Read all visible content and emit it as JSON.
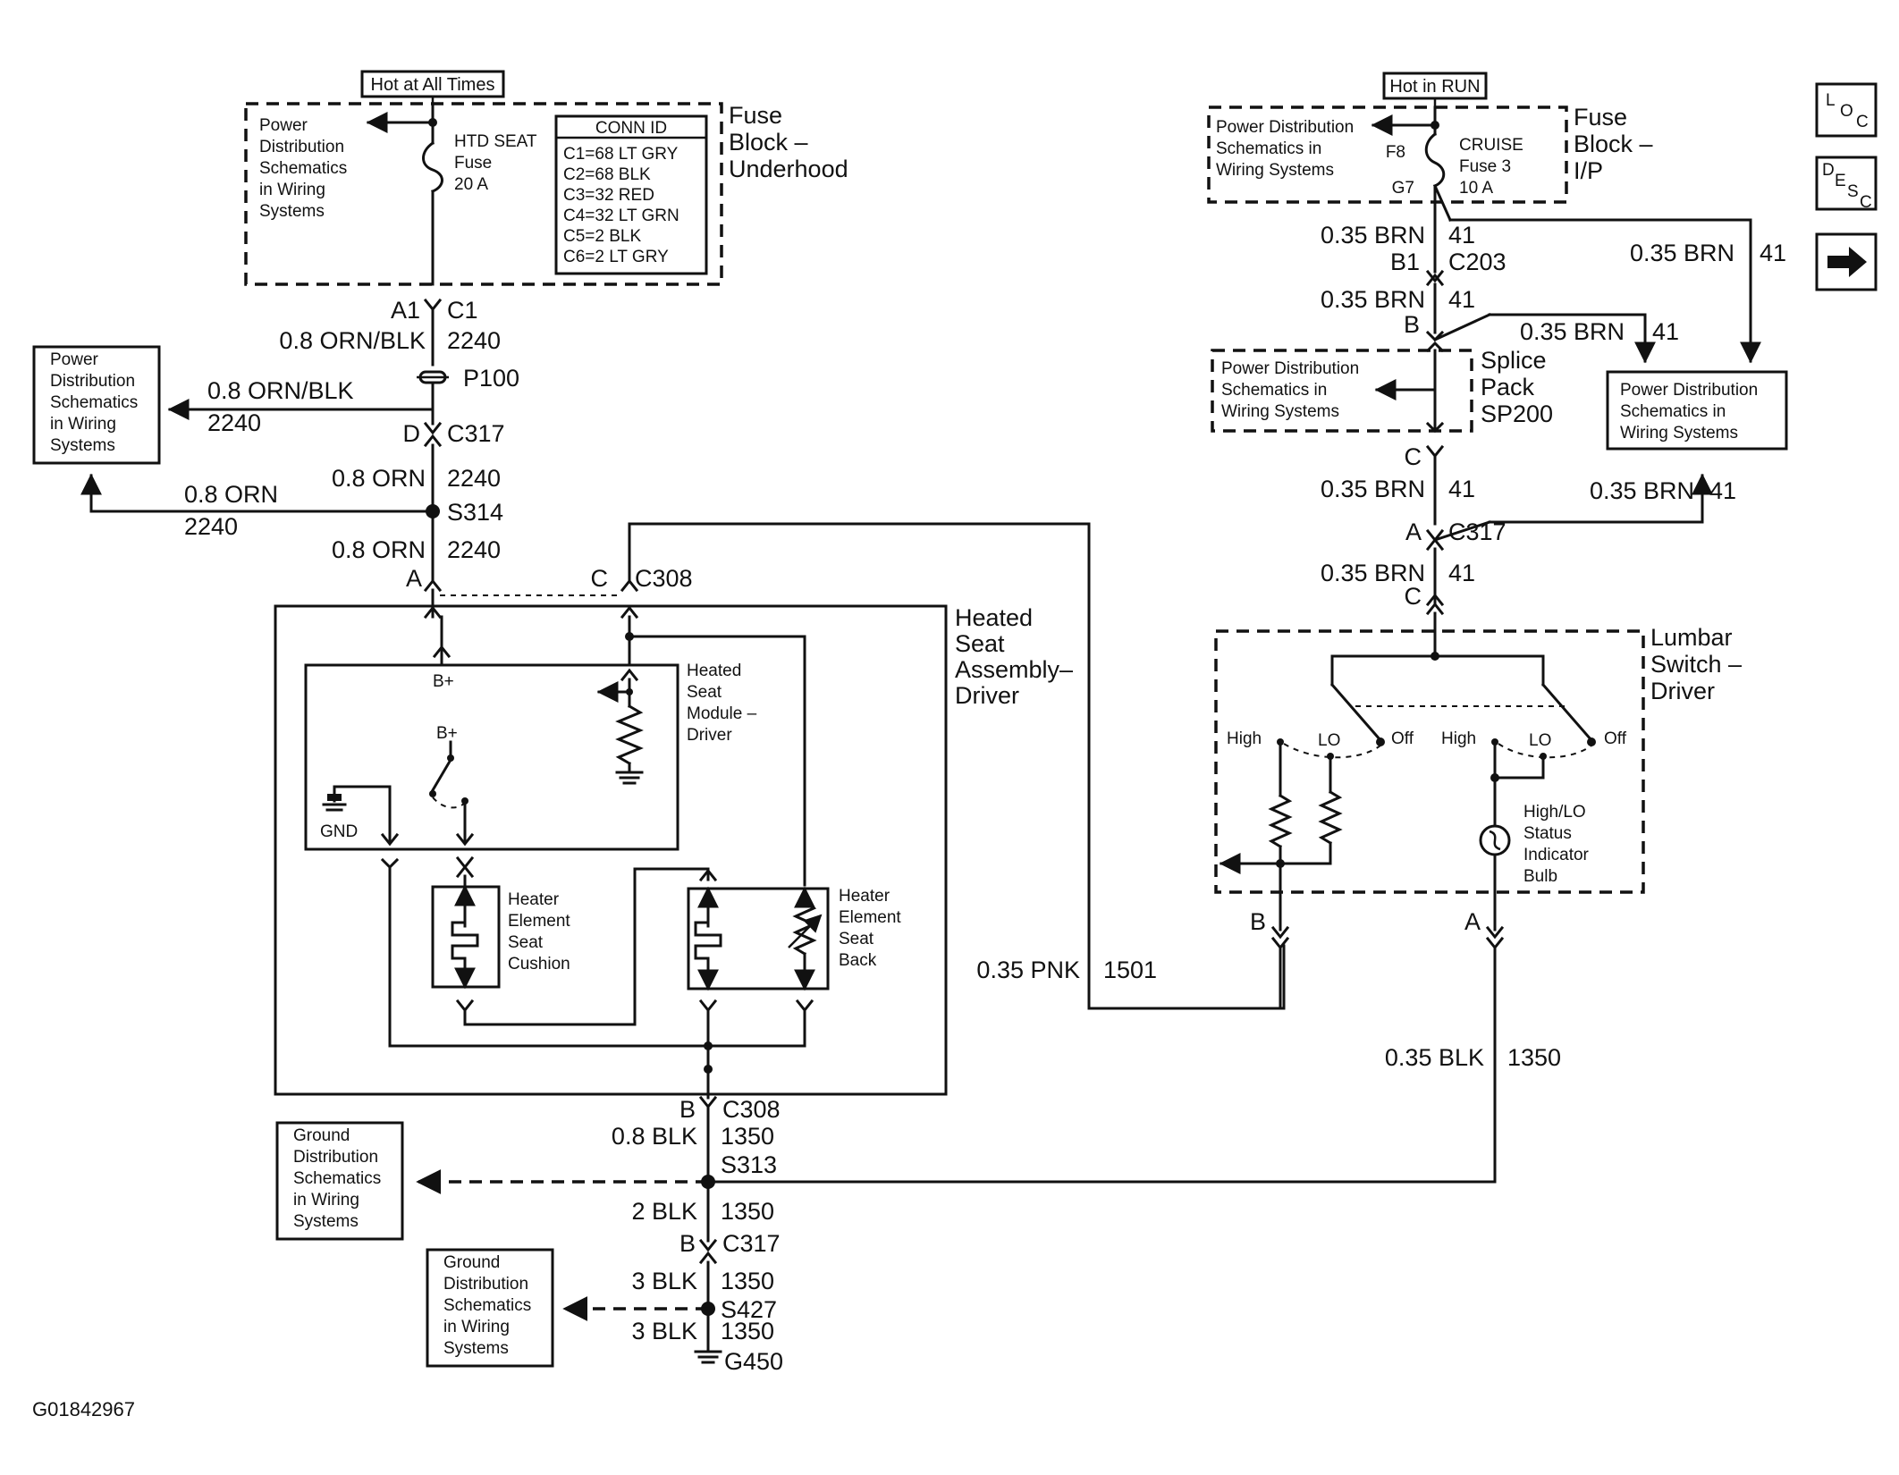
{
  "figure_id": "G01842967",
  "nav_icons": {
    "location": "LOC",
    "description": "DESC",
    "next": "next-arrow-icon"
  },
  "fuse_underhood": {
    "tag": "Hot at All Times",
    "title": [
      "Fuse",
      "Block –",
      "Underhood"
    ],
    "ref": [
      "Power",
      "Distribution",
      "Schematics",
      "in Wiring",
      "Systems"
    ],
    "fuse": [
      "HTD SEAT",
      "Fuse",
      "20 A"
    ],
    "conn_title": "CONN ID",
    "conn": [
      "C1=68 LT GRY",
      "C2=68 BLK",
      "C3=32 RED",
      "C4=32 LT GRN",
      "C5=2 BLK",
      "C6=2 LT GRY"
    ]
  },
  "fuse_ip": {
    "tag": "Hot in RUN",
    "title": [
      "Fuse",
      "Block –",
      "I/P"
    ],
    "ref": [
      "Power Distribution",
      "Schematics in",
      "Wiring Systems"
    ],
    "fuse": [
      "CRUISE",
      "Fuse 3",
      "10 A"
    ],
    "pin_in": "F8",
    "pin_out": "G7"
  },
  "left_circuit": {
    "a1": "A1",
    "c1": "C1",
    "wire1": "0.8 ORN/BLK",
    "num1": "2240",
    "p100": "P100",
    "pd_box": [
      "Power",
      "Distribution",
      "Schematics",
      "in Wiring",
      "Systems"
    ],
    "branch_wire": "0.8 ORN/BLK",
    "branch_num": "2240",
    "d": "D",
    "c317": "C317",
    "wire2": "0.8 ORN",
    "num2": "2240",
    "s314": "S314",
    "branch2_wire": "0.8 ORN",
    "branch2_num": "2240",
    "wire3": "0.8 ORN",
    "num3": "2240",
    "a": "A",
    "c": "C",
    "c308": "C308"
  },
  "seat_assembly": {
    "title": [
      "Heated",
      "Seat",
      "Assembly–",
      "Driver"
    ],
    "module": [
      "Heated",
      "Seat",
      "Module –",
      "Driver"
    ],
    "bplus": "B+",
    "bplus2": "B+",
    "gnd": "GND",
    "cushion": [
      "Heater",
      "Element",
      "Seat",
      "Cushion"
    ],
    "back": [
      "Heater",
      "Element",
      "Seat",
      "Back"
    ]
  },
  "bottom_circuit": {
    "b": "B",
    "c308": "C308",
    "wire1": "0.8 BLK",
    "num1": "1350",
    "s313": "S313",
    "gd_box1": [
      "Ground",
      "Distribution",
      "Schematics",
      "in Wiring",
      "Systems"
    ],
    "wire2": "2 BLK",
    "num2": "1350",
    "b2": "B",
    "c317": "C317",
    "wire3": "3 BLK",
    "num3": "1350",
    "s427": "S427",
    "gd_box2": [
      "Ground",
      "Distribution",
      "Schematics",
      "in Wiring",
      "Systems"
    ],
    "wire4": "3 BLK",
    "num4": "1350",
    "g450": "G450"
  },
  "right_circuit": {
    "wire1": "0.35 BRN",
    "num1": "41",
    "b1": "B1",
    "c203": "C203",
    "wire_far": "0.35 BRN",
    "num_far": "41",
    "wire2": "0.35 BRN",
    "num2": "41",
    "b": "B",
    "wire_branch": "0.35 BRN",
    "num_branch": "41",
    "splice_box": [
      "Power Distribution",
      "Schematics in",
      "Wiring Systems"
    ],
    "splice": [
      "Splice",
      "Pack",
      "SP200"
    ],
    "pd_box": [
      "Power Distribution",
      "Schematics in",
      "Wiring Systems"
    ],
    "c": "C",
    "wire3": "0.35 BRN",
    "num3": "41",
    "wire_branch2": "0.35 BRN",
    "num_branch2": "41",
    "a": "A",
    "c317": "C317",
    "wire4": "0.35 BRN",
    "num4": "41",
    "c2": "C"
  },
  "lumbar": {
    "title": [
      "Lumbar",
      "Switch –",
      "Driver"
    ],
    "high1": "High",
    "lo1": "LO",
    "off1": "Off",
    "high2": "High",
    "lo2": "LO",
    "off2": "Off",
    "bulb": [
      "High/LO",
      "Status",
      "Indicator",
      "Bulb"
    ],
    "b": "B",
    "a": "A",
    "pnk_wire": "0.35 PNK",
    "pnk_num": "1501",
    "blk_wire": "0.35 BLK",
    "blk_num": "1350"
  }
}
